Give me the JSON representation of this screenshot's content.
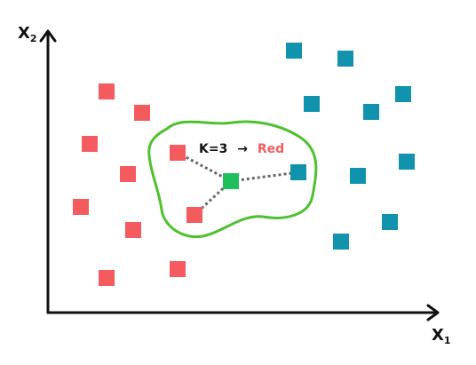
{
  "labels": {
    "y_axis": "X",
    "y_axis_sub": "2",
    "x_axis": "X",
    "x_axis_sub": "1"
  },
  "annotation": {
    "prefix": "K=3",
    "arrow": "→",
    "result": "Red"
  },
  "colors": {
    "red_class": "#f35b5f",
    "blue_class": "#1193ad",
    "query_point": "#1fbf5c",
    "neighborhood_outline": "#4dc12e",
    "axes": "#111111",
    "neighbor_link": "#666666"
  },
  "points": {
    "red": [
      [
        120,
        103
      ],
      [
        160,
        127
      ],
      [
        101,
        162
      ],
      [
        144,
        196
      ],
      [
        200,
        172
      ],
      [
        91,
        233
      ],
      [
        219,
        242
      ],
      [
        150,
        259
      ],
      [
        120,
        313
      ],
      [
        200,
        303
      ]
    ],
    "blue": [
      [
        331,
        57
      ],
      [
        389,
        66
      ],
      [
        351,
        117
      ],
      [
        418,
        126
      ],
      [
        454,
        106
      ],
      [
        336,
        194
      ],
      [
        403,
        198
      ],
      [
        458,
        182
      ],
      [
        439,
        250
      ],
      [
        384,
        272
      ]
    ],
    "query": [
      260,
      204
    ]
  },
  "neighbors": [
    [
      200,
      172
    ],
    [
      219,
      242
    ],
    [
      336,
      194
    ]
  ]
}
